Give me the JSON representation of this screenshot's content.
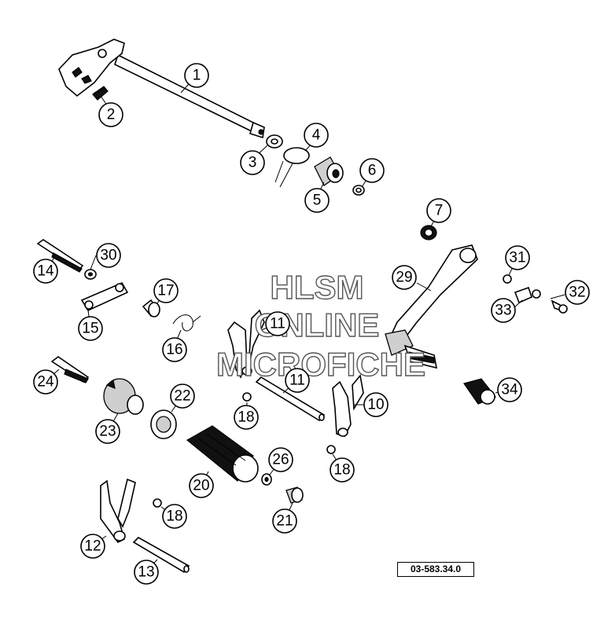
{
  "watermark": {
    "line1": "HLSM",
    "line2": "ONLINE",
    "line3": "MICROFICHE"
  },
  "reference_code": "03-583.34.0",
  "callouts": [
    {
      "id": "c1",
      "label": "1"
    },
    {
      "id": "c2",
      "label": "2"
    },
    {
      "id": "c3",
      "label": "3"
    },
    {
      "id": "c4",
      "label": "4"
    },
    {
      "id": "c5",
      "label": "5"
    },
    {
      "id": "c6",
      "label": "6"
    },
    {
      "id": "c7",
      "label": "7"
    },
    {
      "id": "c29",
      "label": "29"
    },
    {
      "id": "c31",
      "label": "31"
    },
    {
      "id": "c32",
      "label": "32"
    },
    {
      "id": "c33",
      "label": "33"
    },
    {
      "id": "c34",
      "label": "34"
    },
    {
      "id": "c30",
      "label": "30"
    },
    {
      "id": "c14",
      "label": "14"
    },
    {
      "id": "c15",
      "label": "15"
    },
    {
      "id": "c17",
      "label": "17"
    },
    {
      "id": "c16",
      "label": "16"
    },
    {
      "id": "c11a",
      "label": "11"
    },
    {
      "id": "c11b",
      "label": "11"
    },
    {
      "id": "c10",
      "label": "10"
    },
    {
      "id": "c24",
      "label": "24"
    },
    {
      "id": "c22",
      "label": "22"
    },
    {
      "id": "c23",
      "label": "23"
    },
    {
      "id": "c18a",
      "label": "18"
    },
    {
      "id": "c18b",
      "label": "18"
    },
    {
      "id": "c18c",
      "label": "18"
    },
    {
      "id": "c26",
      "label": "26"
    },
    {
      "id": "c20",
      "label": "20"
    },
    {
      "id": "c21",
      "label": "21"
    },
    {
      "id": "c12",
      "label": "12"
    },
    {
      "id": "c13",
      "label": "13"
    }
  ]
}
